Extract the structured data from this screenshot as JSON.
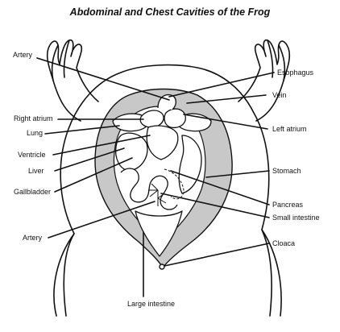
{
  "title": "Abdominal and Chest Cavities of the Frog",
  "labels": {
    "artery_top": "Artery",
    "right_atrium": "Right atrium",
    "lung": "Lung",
    "ventricle": "Ventricle",
    "liver": "Liver",
    "gallbladder": "Gallbladder",
    "artery_bottom": "Artery",
    "esophagus": "Esophagus",
    "vein": "Vein",
    "left_atrium": "Left atrium",
    "stomach": "Stomach",
    "pancreas": "Pancreas",
    "small_intestine": "Small intestine",
    "cloaca": "Cloaca",
    "large_intestine": "Large intestine"
  }
}
